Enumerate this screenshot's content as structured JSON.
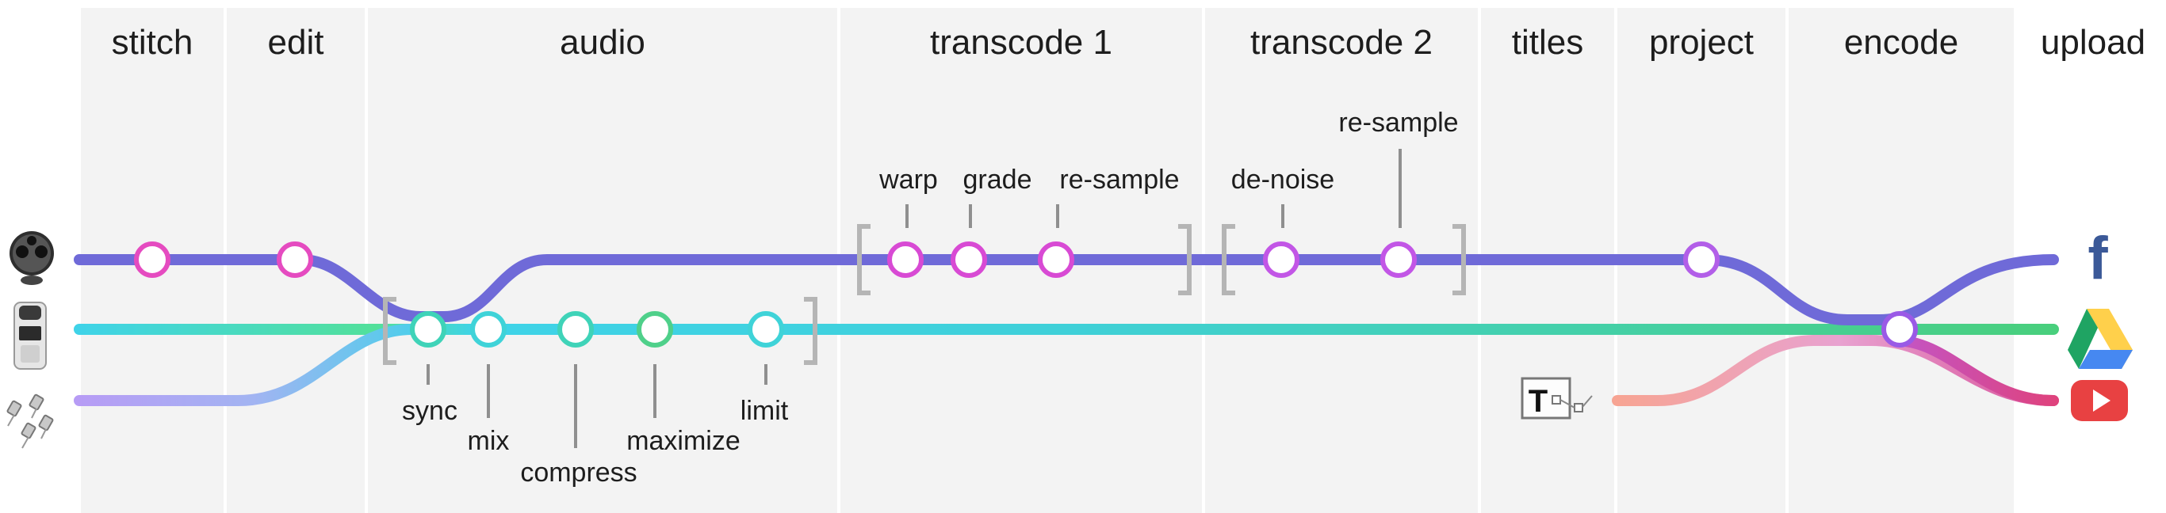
{
  "stages": [
    {
      "id": "stitch",
      "label": "stitch"
    },
    {
      "id": "edit",
      "label": "edit"
    },
    {
      "id": "audio",
      "label": "audio"
    },
    {
      "id": "transcode1",
      "label": "transcode 1"
    },
    {
      "id": "transcode2",
      "label": "transcode 2"
    },
    {
      "id": "titles",
      "label": "titles"
    },
    {
      "id": "project",
      "label": "project"
    },
    {
      "id": "encode",
      "label": "encode"
    },
    {
      "id": "upload",
      "label": "upload"
    }
  ],
  "audio_steps": [
    "sync",
    "mix",
    "compress",
    "maximize",
    "limit"
  ],
  "transcode1_steps": [
    "warp",
    "grade",
    "re-sample"
  ],
  "transcode2_steps": [
    "de-noise",
    "re-sample"
  ],
  "sources": [
    {
      "icon": "360-camera-icon"
    },
    {
      "icon": "audio-recorder-icon"
    },
    {
      "icon": "lavalier-microphones-icon"
    }
  ],
  "titles_icon": {
    "icon": "text-title-icon",
    "letter": "T"
  },
  "destinations": [
    {
      "icon": "facebook-icon",
      "color": "#3b5998",
      "letter": "f"
    },
    {
      "icon": "google-drive-icon",
      "colors": [
        "#1fa463",
        "#ffd04b",
        "#4688f1"
      ]
    },
    {
      "icon": "youtube-icon",
      "color": "#e84142"
    }
  ],
  "colors": {
    "video": "#f24fb3",
    "video_mid": "#d64ce6",
    "video_end": "#b65cf0",
    "audio": "#3fd3e8",
    "audio_green": "#4fd08a",
    "audio_purple": "#b79cf5",
    "title_line": "#f4a29b",
    "column_bg": "#f3f3f3"
  }
}
